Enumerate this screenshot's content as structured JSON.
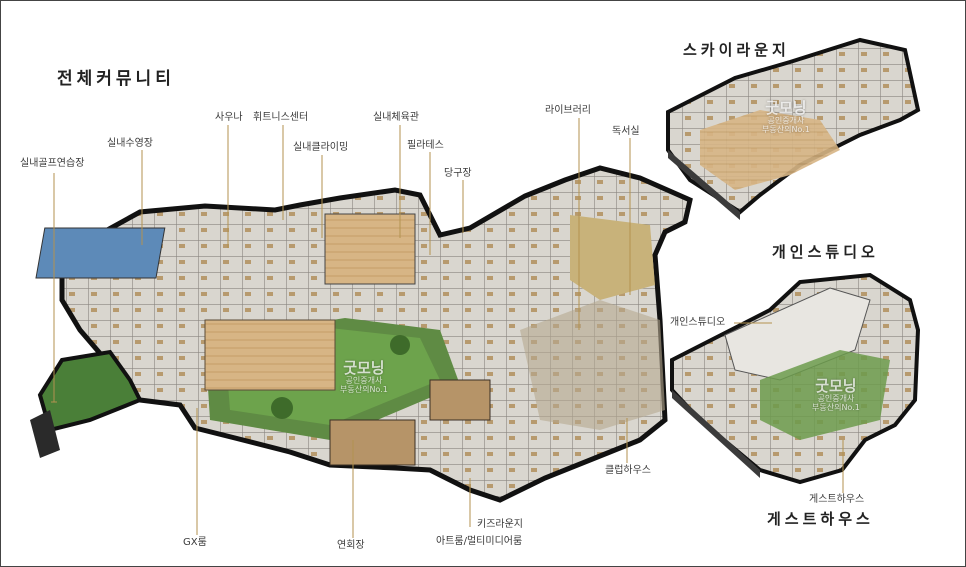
{
  "titles": {
    "overall": "전체커뮤니티",
    "sky_lounge": "스카이라운지",
    "private_studio": "개인스튜디오",
    "guest_house": "게스트하우스"
  },
  "labels": {
    "golf": "실내골프연습장",
    "pool": "실내수영장",
    "sauna": "사우나",
    "fitness": "휘트니스센터",
    "gym": "실내체육관",
    "climbing": "실내클라이밍",
    "pilates": "필라테스",
    "billiards": "당구장",
    "library": "라이브러리",
    "reading": "독서실",
    "studio_pointer": "개인스튜디오",
    "clubhouse": "클럽하우스",
    "guesthouse_pointer": "게스트하우스",
    "gx": "GX룸",
    "banquet": "연회장",
    "kids": "키즈라운지",
    "art": "아트룸/멀티미디어룸"
  },
  "watermark": {
    "brand": "굿모닝",
    "sub": "공인중개사",
    "tag": "부동산의No.1"
  }
}
